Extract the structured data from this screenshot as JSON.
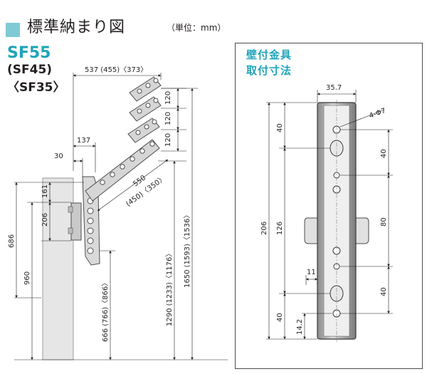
{
  "header": {
    "title": "標準納まり図",
    "unit": "（単位：mm）"
  },
  "models": {
    "main": "SF55",
    "alt1": "(SF45)",
    "alt2": "〈SF35〉"
  },
  "side_view": {
    "dim_width": "537 (455)〈373〉",
    "dim_137": "137",
    "dim_30": "30",
    "dim_120_a": "120",
    "dim_120_b": "120",
    "dim_120_c": "120",
    "dim_arm_1": "550",
    "dim_arm_2": "(450)〈350〉",
    "dim_161": "161",
    "dim_206": "206",
    "dim_686": "686",
    "dim_960": "960",
    "dim_666": "666 (766)〈866〉",
    "dim_1290": "1290 (1233)〈1176〉",
    "dim_1650": "1650 (1593)〈1536〉"
  },
  "bracket_panel": {
    "title_line1": "壁付金具",
    "title_line2": "取付寸法",
    "dim_357": "35.7",
    "dim_hole": "4-Φ7",
    "dim_40_top_left": "40",
    "dim_40_top_right": "40",
    "dim_206": "206",
    "dim_126": "126",
    "dim_80": "80",
    "dim_11": "11",
    "dim_40_bottom_right": "40",
    "dim_40_bottom_left": "40",
    "dim_142": "14.2"
  }
}
